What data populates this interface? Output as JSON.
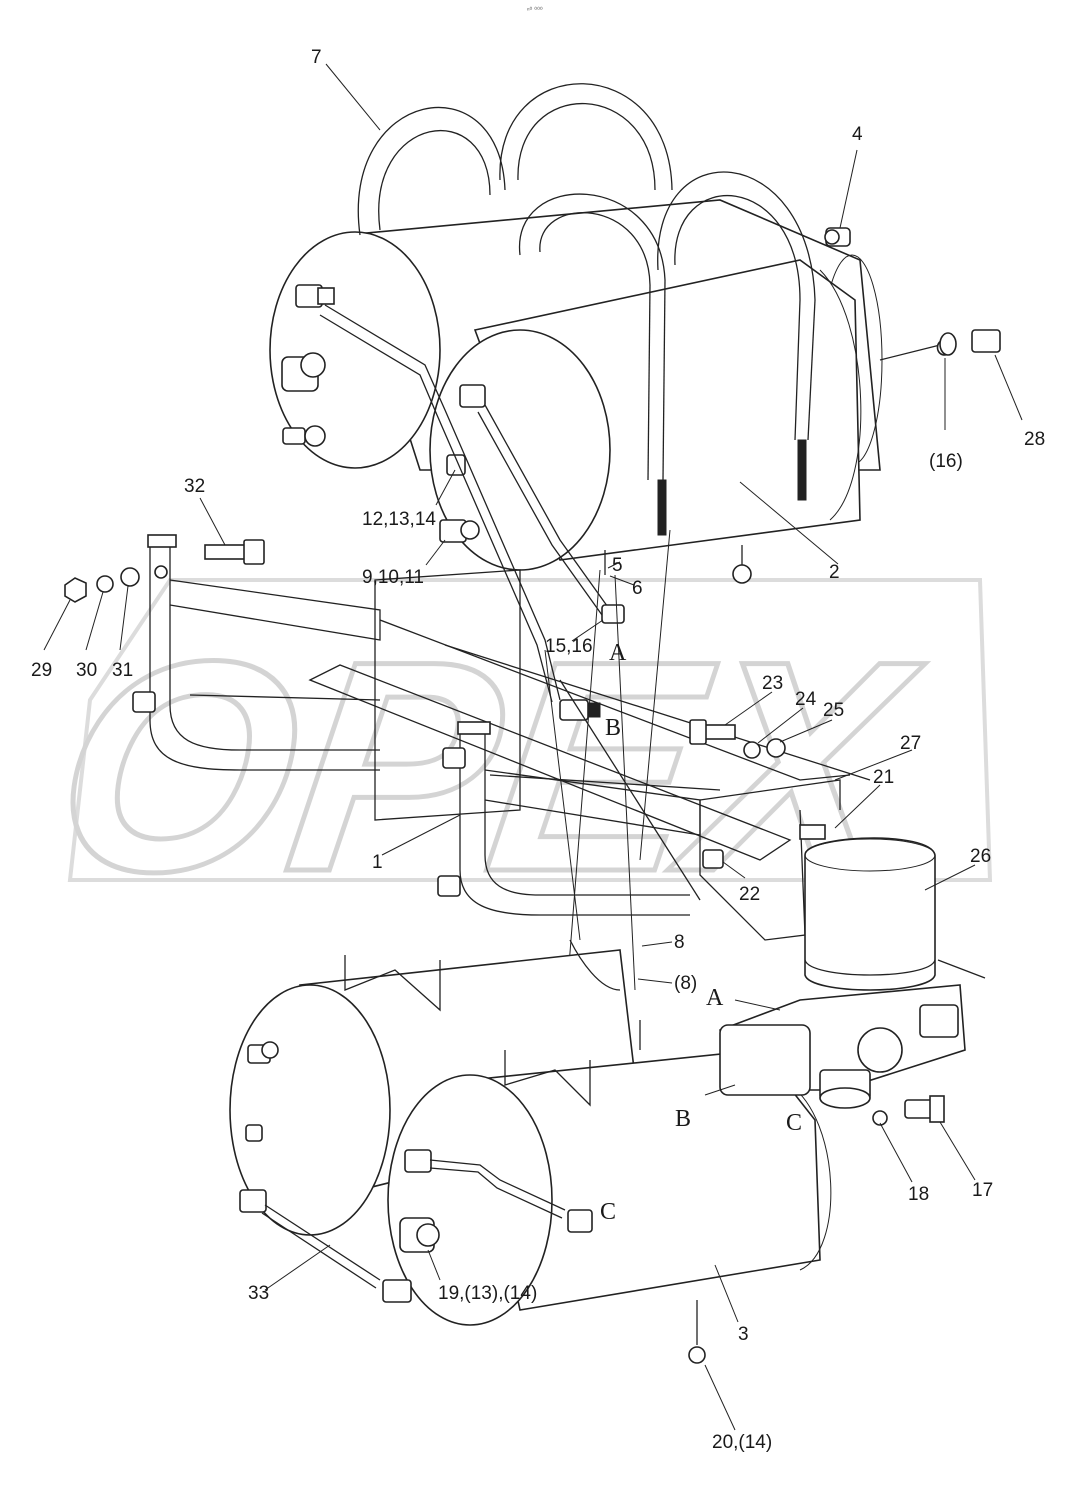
{
  "watermark": "OPEX",
  "corner_mark": "ⁿ⁰ ⁰⁰⁰",
  "callouts": {
    "n1": "1",
    "n2": "2",
    "n3": "3",
    "n4": "4",
    "n5": "5",
    "n6": "6",
    "n7": "7",
    "n8": "8",
    "n8b": "(8)",
    "n9_11": "9,10,11",
    "n12_14": "12,13,14",
    "n15_16": "15,16",
    "n16b": "(16)",
    "n17": "17",
    "n18": "18",
    "n19": "19,(13),(14)",
    "n20": "20,(14)",
    "n21": "21",
    "n22": "22",
    "n23": "23",
    "n24": "24",
    "n25": "25",
    "n26": "26",
    "n27": "27",
    "n28": "28",
    "n29": "29",
    "n30": "30",
    "n31": "31",
    "n32": "32",
    "n33": "33"
  },
  "connection_marks": {
    "a_upper": "A",
    "b_upper": "B",
    "a_lower": "A",
    "b_lower": "B",
    "c_right": "C",
    "c_lower": "C"
  }
}
